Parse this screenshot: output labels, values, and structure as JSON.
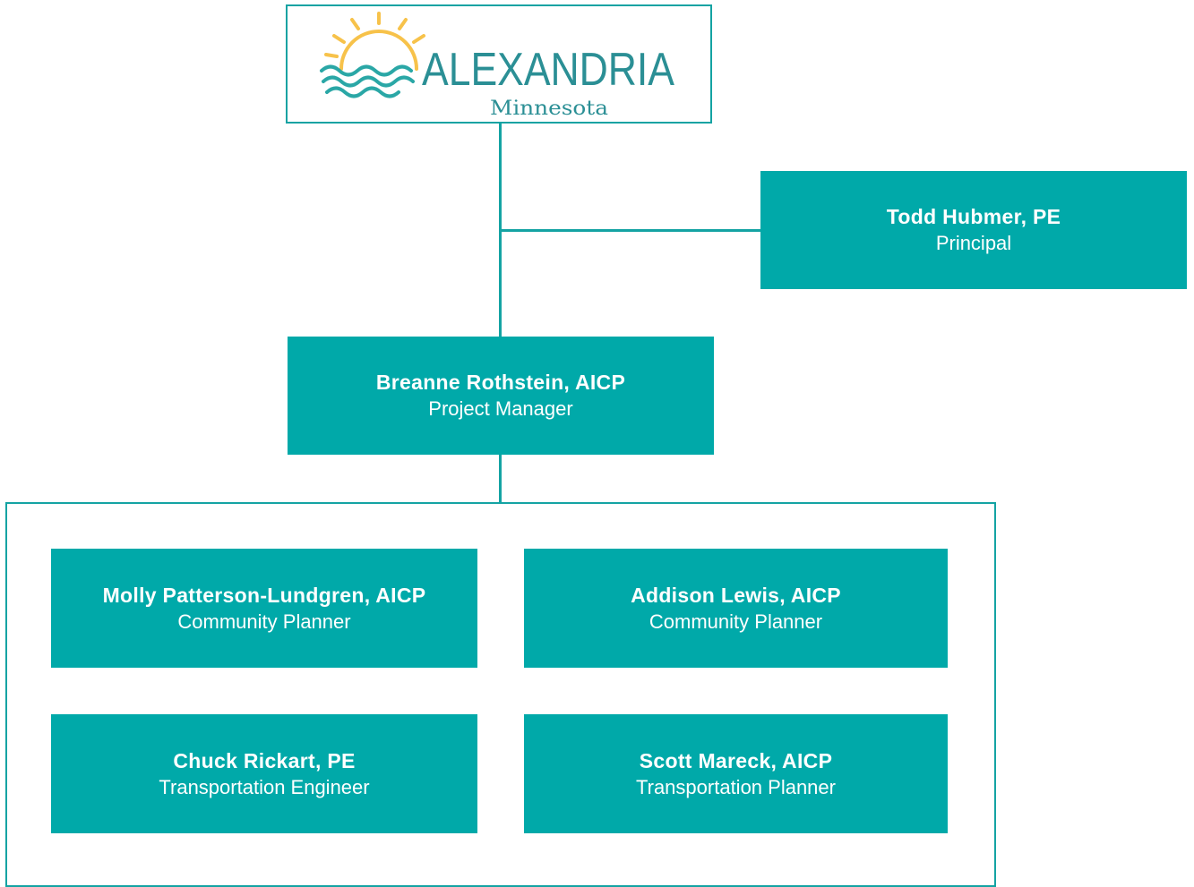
{
  "logo": {
    "wordmark": "ALEXANDRIA",
    "tagline": "Minnesota",
    "sun_color": "#f7c24a",
    "wave_color": "#2aa7a6",
    "text_color": "#2b8f95"
  },
  "principal": {
    "name": "Todd Hubmer, PE",
    "role": "Principal"
  },
  "project_manager": {
    "name": "Breanne Rothstein, AICP",
    "role": "Project Manager"
  },
  "team": [
    {
      "name": "Molly Patterson-Lundgren, AICP",
      "role": "Community Planner"
    },
    {
      "name": "Addison Lewis, AICP",
      "role": "Community Planner"
    },
    {
      "name": "Chuck Rickart, PE",
      "role": "Transportation Engineer"
    },
    {
      "name": "Scott Mareck, AICP",
      "role": "Transportation Planner"
    }
  ],
  "colors": {
    "accent": "#00a9a9",
    "line": "#14a3a3"
  }
}
